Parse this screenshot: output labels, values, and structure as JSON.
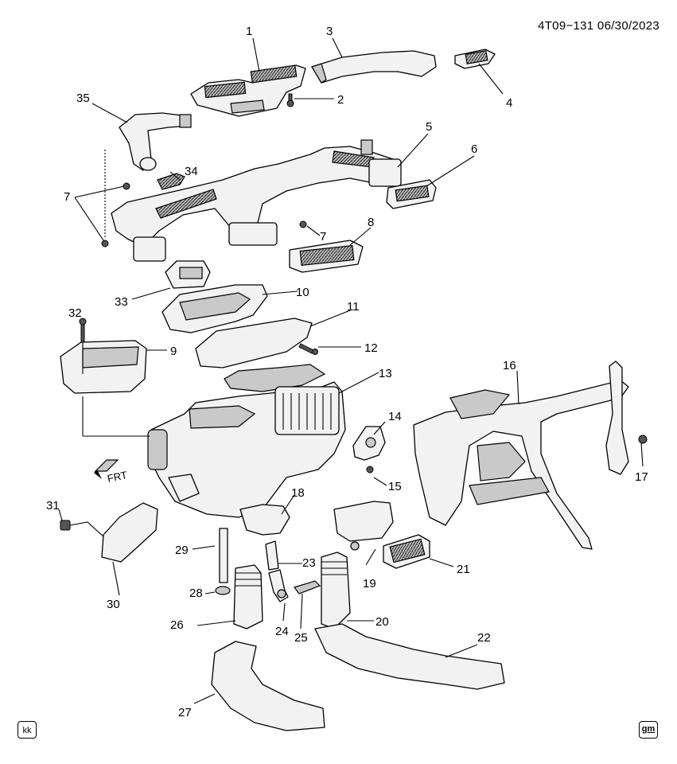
{
  "header": {
    "ref_code": "4T09−131  06/30/2023"
  },
  "footer": {
    "left_tag": "kk",
    "right_logo": "gm"
  },
  "direction_marker": {
    "text": "FRT"
  },
  "callouts": [
    {
      "id": "c1",
      "text": "1"
    },
    {
      "id": "c2",
      "text": "2"
    },
    {
      "id": "c3",
      "text": "3"
    },
    {
      "id": "c4",
      "text": "4"
    },
    {
      "id": "c5",
      "text": "5"
    },
    {
      "id": "c6",
      "text": "6"
    },
    {
      "id": "c7a",
      "text": "7"
    },
    {
      "id": "c7b",
      "text": "7"
    },
    {
      "id": "c8",
      "text": "8"
    },
    {
      "id": "c9",
      "text": "9"
    },
    {
      "id": "c10",
      "text": "10"
    },
    {
      "id": "c11",
      "text": "11"
    },
    {
      "id": "c12",
      "text": "12"
    },
    {
      "id": "c13",
      "text": "13"
    },
    {
      "id": "c14",
      "text": "14"
    },
    {
      "id": "c15",
      "text": "15"
    },
    {
      "id": "c16",
      "text": "16"
    },
    {
      "id": "c17",
      "text": "17"
    },
    {
      "id": "c18",
      "text": "18"
    },
    {
      "id": "c19",
      "text": "19"
    },
    {
      "id": "c20",
      "text": "20"
    },
    {
      "id": "c21",
      "text": "21"
    },
    {
      "id": "c22",
      "text": "22"
    },
    {
      "id": "c23",
      "text": "23"
    },
    {
      "id": "c24",
      "text": "24"
    },
    {
      "id": "c25",
      "text": "25"
    },
    {
      "id": "c26",
      "text": "26"
    },
    {
      "id": "c27",
      "text": "27"
    },
    {
      "id": "c28",
      "text": "28"
    },
    {
      "id": "c29",
      "text": "29"
    },
    {
      "id": "c30",
      "text": "30"
    },
    {
      "id": "c31",
      "text": "31"
    },
    {
      "id": "c32",
      "text": "32"
    },
    {
      "id": "c33",
      "text": "33"
    },
    {
      "id": "c34",
      "text": "34"
    },
    {
      "id": "c35",
      "text": "35"
    }
  ]
}
